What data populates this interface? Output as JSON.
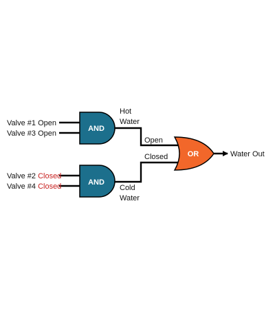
{
  "colors": {
    "and_gate": "#1c6f8c",
    "or_gate": "#f2672a",
    "closed_text": "#c8201f",
    "wire": "#000000",
    "label_text": "#111111"
  },
  "and_gate_top": {
    "label": "AND",
    "inputs": [
      {
        "prefix": "Valve #1 ",
        "state": "Open"
      },
      {
        "prefix": "Valve #3 ",
        "state": "Open"
      }
    ],
    "output_label_line1": "Hot",
    "output_label_line2": "Water"
  },
  "and_gate_bottom": {
    "label": "AND",
    "inputs": [
      {
        "prefix": "Valve #2 ",
        "state": "Closed"
      },
      {
        "prefix": "Valve #4 ",
        "state": "Closed"
      }
    ],
    "output_label_line1": "Cold",
    "output_label_line2": "Water"
  },
  "or_gate": {
    "label": "OR",
    "input_labels": [
      "Open",
      "Closed"
    ],
    "output_label": "Water Out"
  }
}
